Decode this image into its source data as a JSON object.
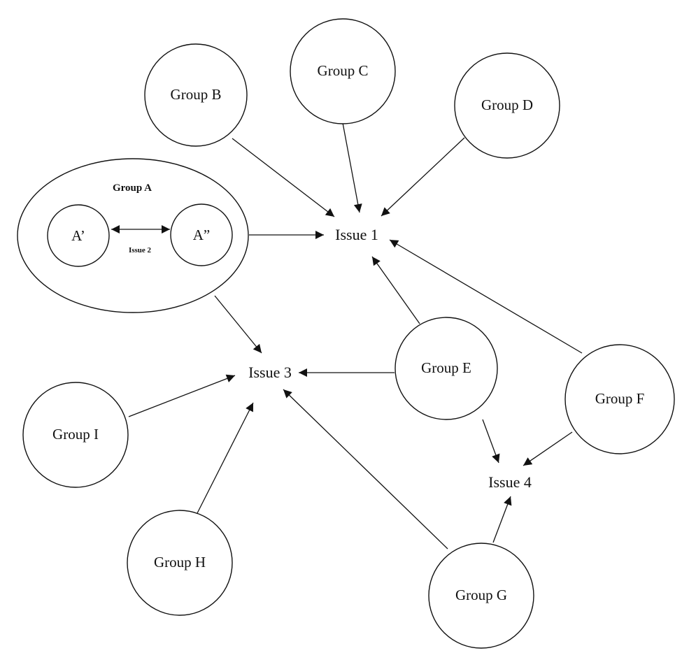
{
  "groups": {
    "a": {
      "label": "Group A",
      "sub1": "A’",
      "sub2": "A”",
      "inner_issue": "Issue 2"
    },
    "b": "Group B",
    "c": "Group C",
    "d": "Group D",
    "e": "Group E",
    "f": "Group F",
    "g": "Group G",
    "h": "Group H",
    "i": "Group I"
  },
  "issues": {
    "issue1": "Issue 1",
    "issue3": "Issue 3",
    "issue4": "Issue 4"
  },
  "edges": [
    {
      "from": "Group B",
      "to": "Issue 1"
    },
    {
      "from": "Group C",
      "to": "Issue 1"
    },
    {
      "from": "Group D",
      "to": "Issue 1"
    },
    {
      "from": "Group A",
      "to": "Issue 1"
    },
    {
      "from": "Group E",
      "to": "Issue 1"
    },
    {
      "from": "Group F",
      "to": "Issue 1"
    },
    {
      "from": "Group A",
      "to": "Issue 3"
    },
    {
      "from": "Group E",
      "to": "Issue 3"
    },
    {
      "from": "Group I",
      "to": "Issue 3"
    },
    {
      "from": "Group H",
      "to": "Issue 3"
    },
    {
      "from": "Group G",
      "to": "Issue 3"
    },
    {
      "from": "Group E",
      "to": "Issue 4"
    },
    {
      "from": "Group F",
      "to": "Issue 4"
    },
    {
      "from": "Group G",
      "to": "Issue 4"
    },
    {
      "from": "A’",
      "to": "A”",
      "label": "Issue 2",
      "bidirectional": true
    }
  ]
}
